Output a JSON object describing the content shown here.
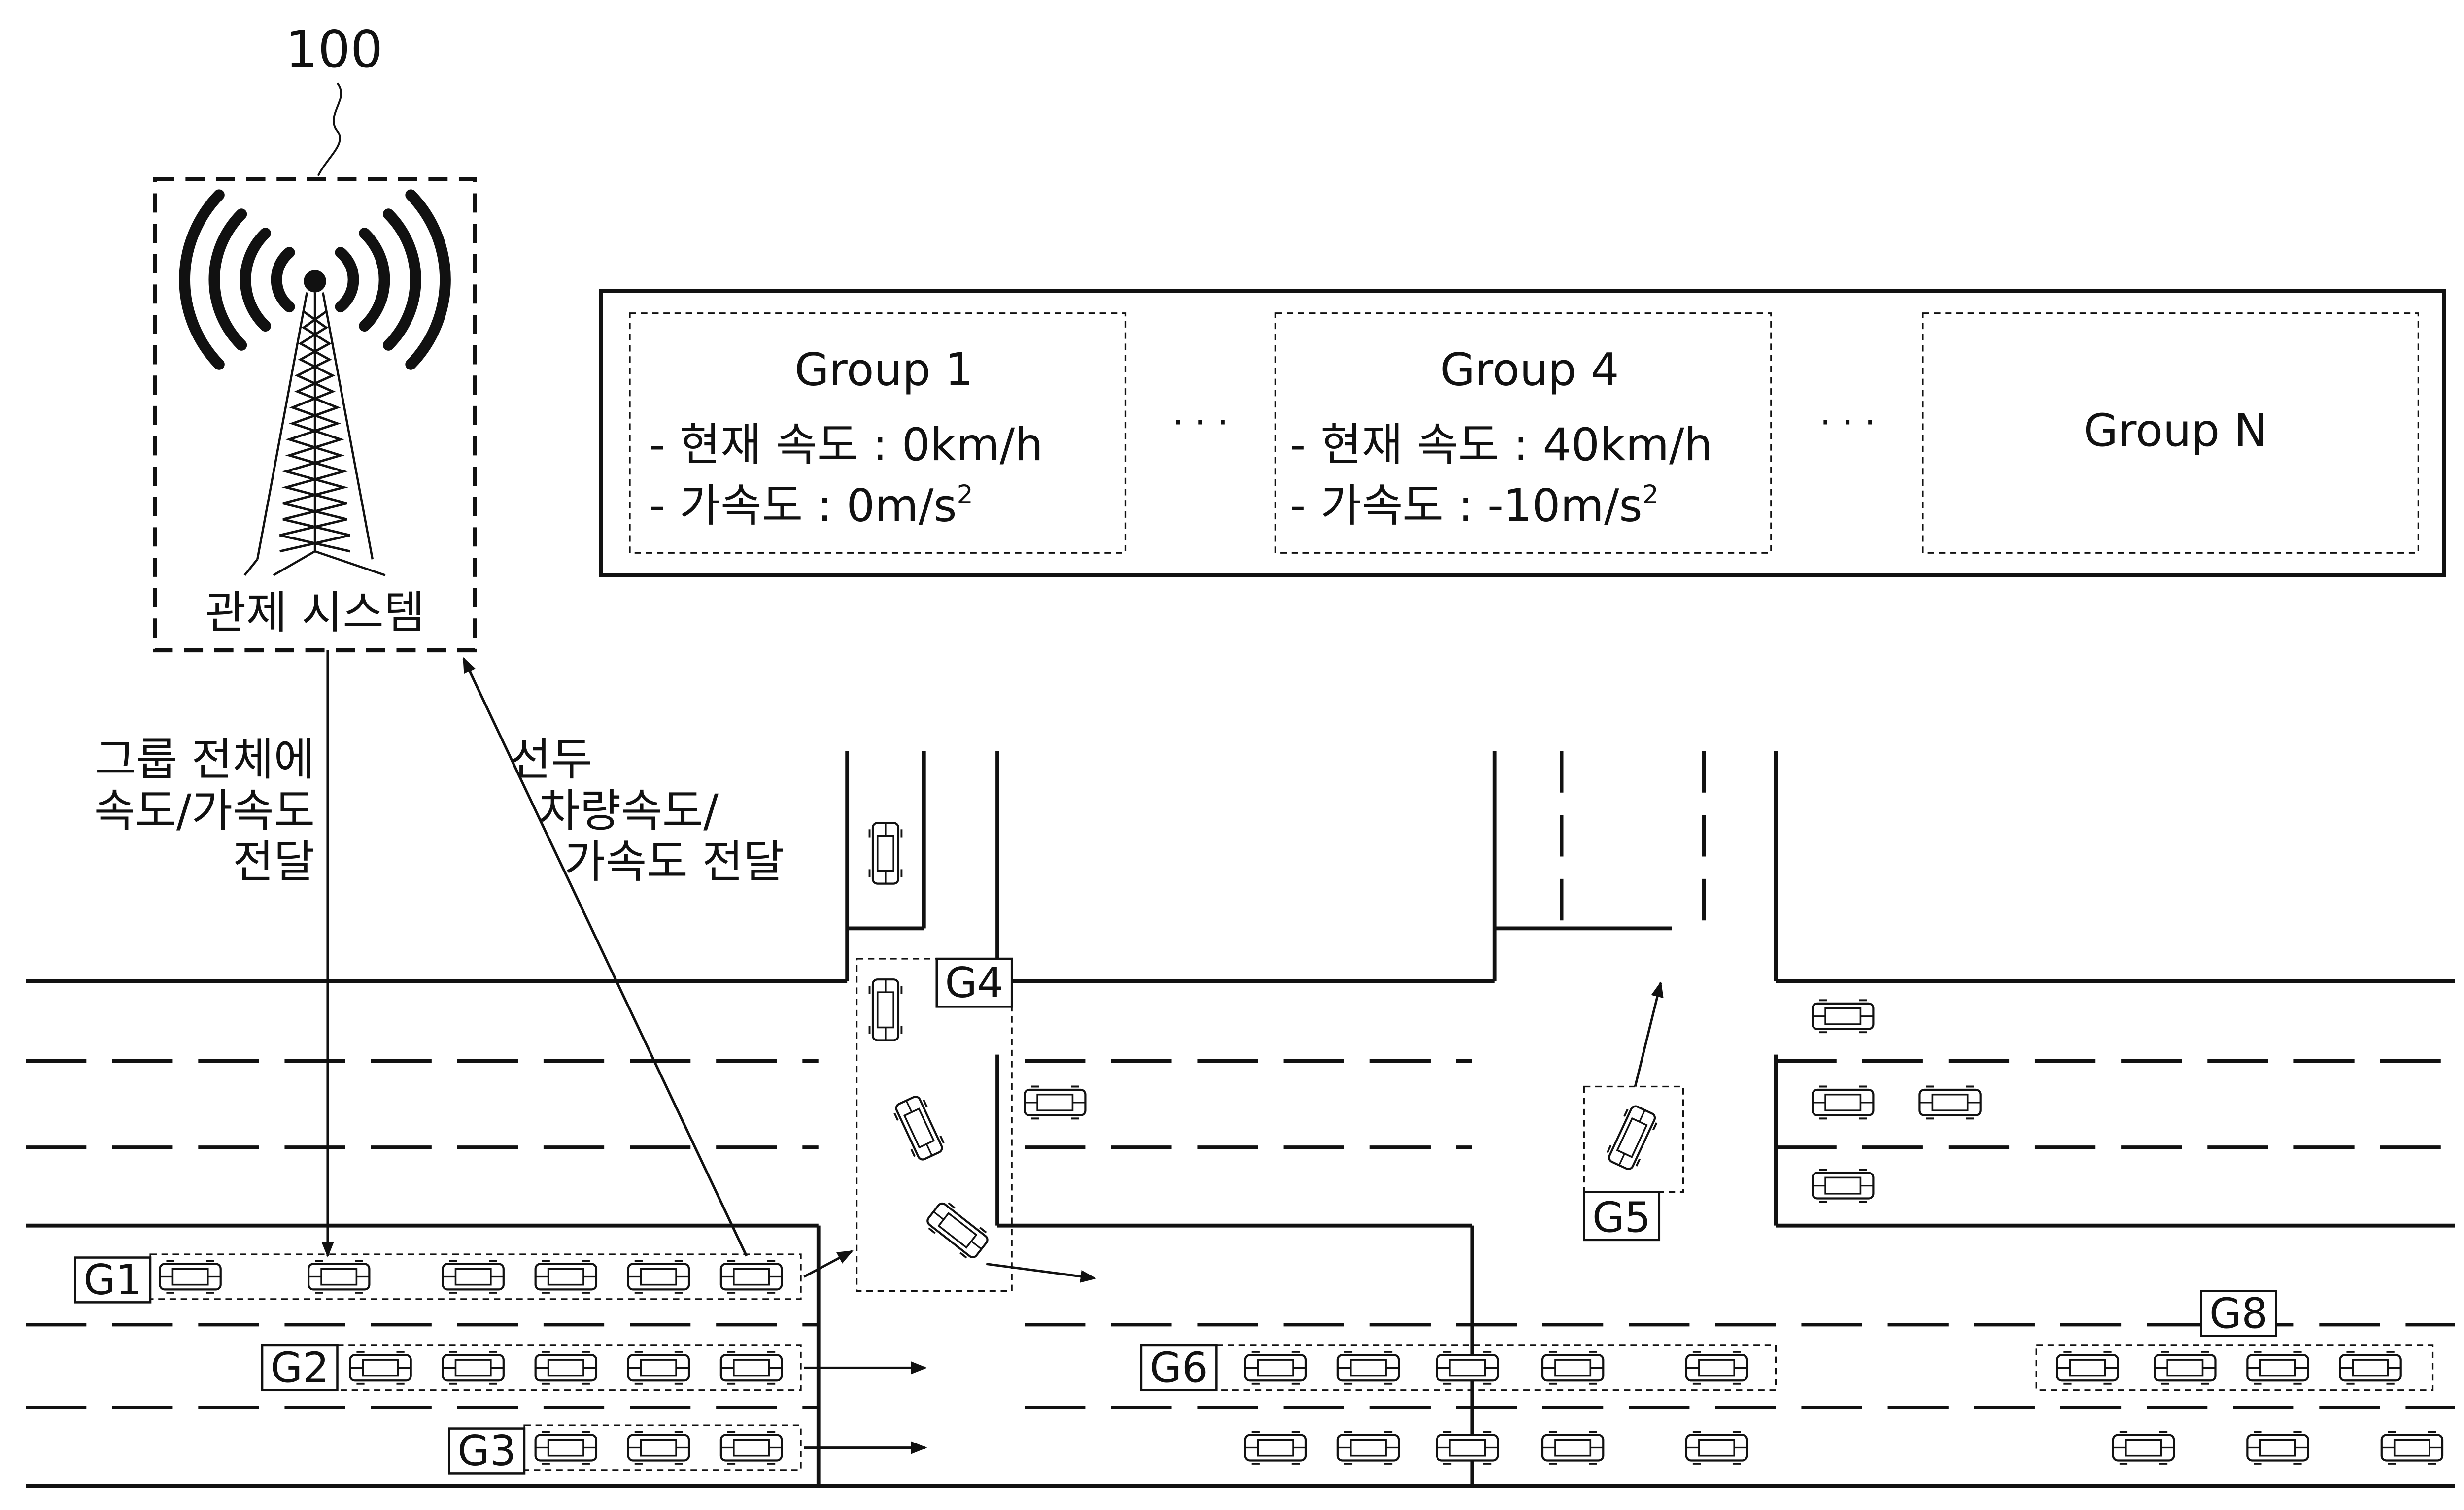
{
  "control_system": {
    "reference_numeral": "100",
    "label": "관제 시스템"
  },
  "arrows": {
    "down_label": [
      "그룹 전체에",
      "속도/가속도",
      "전달"
    ],
    "up_label": [
      "선두",
      "차량속도/",
      "가속도 전달"
    ]
  },
  "info_panel": {
    "ellipsis": "· · ·",
    "groups": [
      {
        "title": "Group 1",
        "speed": "- 현재 속도 : 0km/h",
        "accel": "- 가속도 : 0m/s",
        "accel_sup": "2"
      },
      {
        "title": "Group 4",
        "speed": "- 현재 속도 : 40km/h",
        "accel": "- 가속도 : -10m/s",
        "accel_sup": "2"
      },
      {
        "title": "Group N"
      }
    ]
  },
  "group_tags": [
    "G1",
    "G2",
    "G3",
    "G4",
    "G5",
    "G6",
    "G8"
  ]
}
